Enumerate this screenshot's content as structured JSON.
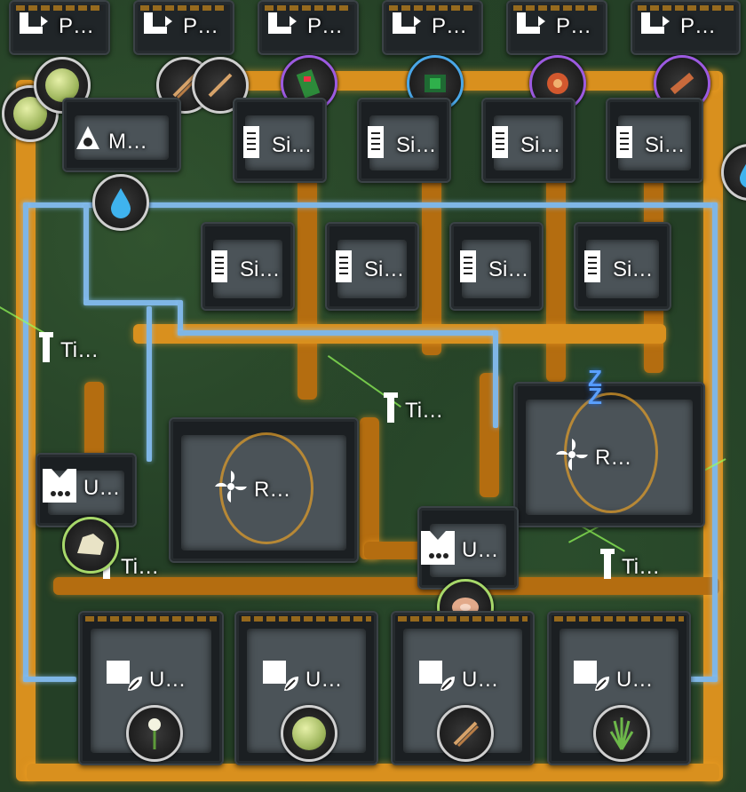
{
  "top_row": {
    "labels": [
      "P…",
      "P…",
      "P…",
      "P…",
      "P…",
      "P…"
    ]
  },
  "splitters": {
    "labels": [
      "Si…",
      "Si…",
      "Si…",
      "Si…",
      "Si…",
      "Si…",
      "Si…",
      "Si…"
    ]
  },
  "pump": {
    "label": "M…"
  },
  "refineries": {
    "left_label": "R…",
    "right_label": "R…"
  },
  "tiles": {
    "labels": [
      "Ti…",
      "Ti…",
      "Ti…",
      "Ti…"
    ]
  },
  "unloaders": {
    "labels": [
      "U…",
      "U…"
    ]
  },
  "bottom_row": {
    "labels": [
      "U…",
      "U…",
      "U…",
      "U…"
    ]
  },
  "sleep_indicator": "Z\nZ",
  "colors": {
    "belt": "#d9901e",
    "pipe": "#7fb6e6",
    "accent_purple": "#9c5ae0",
    "accent_blue": "#4aa7e8",
    "accent_green": "#a7d86a"
  },
  "icons": {
    "top": "plant-input-icon",
    "splitter": "silo-icon",
    "pump": "pump-icon",
    "water": "water-drop-icon",
    "refinery": "fan-icon",
    "tile": "tile-icon",
    "unloader": "unloader-icon",
    "bottom": "planter-icon"
  }
}
